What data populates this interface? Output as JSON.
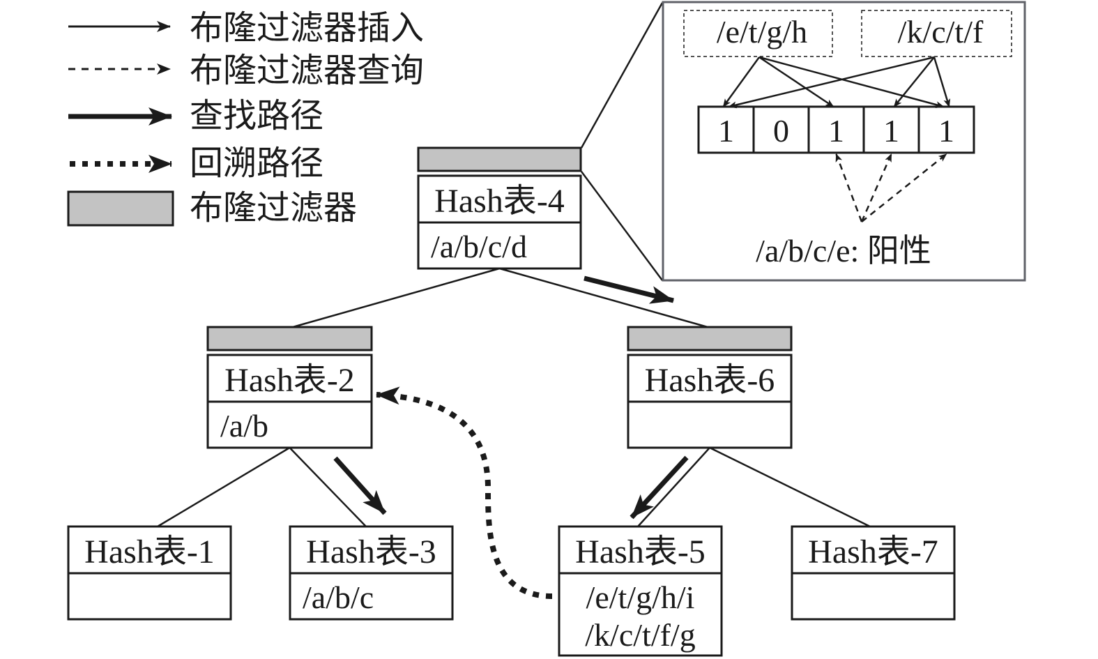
{
  "legend": {
    "items": [
      {
        "key": "insert",
        "label": "布隆过滤器插入",
        "style": "thin-solid-arrow"
      },
      {
        "key": "query",
        "label": "布隆过滤器查询",
        "style": "thin-dashed-arrow"
      },
      {
        "key": "search",
        "label": "查找路径",
        "style": "thick-solid-arrow"
      },
      {
        "key": "backtrack",
        "label": "回溯路径",
        "style": "thick-dotted-arrow"
      },
      {
        "key": "bloom",
        "label": "布隆过滤器",
        "style": "gray-box"
      }
    ]
  },
  "colors": {
    "line": "#1a1a1a",
    "bloom_fill": "#c3c3c3",
    "inset_border": "#5f6168",
    "background": "#ffffff"
  },
  "tree": {
    "nodes": [
      {
        "id": "h4",
        "title": "Hash表-4",
        "paths": [
          "/a/b/c/d"
        ],
        "has_bloom": true
      },
      {
        "id": "h2",
        "title": "Hash表-2",
        "paths": [
          "/a/b"
        ],
        "has_bloom": true
      },
      {
        "id": "h6",
        "title": "Hash表-6",
        "paths": [
          ""
        ],
        "has_bloom": true
      },
      {
        "id": "h1",
        "title": "Hash表-1",
        "paths": [
          ""
        ],
        "has_bloom": false
      },
      {
        "id": "h3",
        "title": "Hash表-3",
        "paths": [
          "/a/b/c"
        ],
        "has_bloom": false
      },
      {
        "id": "h5",
        "title": "Hash表-5",
        "paths": [
          "/e/t/g/h/i",
          "/k/c/t/f/g"
        ],
        "has_bloom": false
      },
      {
        "id": "h7",
        "title": "Hash表-7",
        "paths": [
          ""
        ],
        "has_bloom": false
      }
    ],
    "edges": [
      [
        "h4",
        "h2"
      ],
      [
        "h4",
        "h6"
      ],
      [
        "h2",
        "h1"
      ],
      [
        "h2",
        "h3"
      ],
      [
        "h6",
        "h5"
      ],
      [
        "h6",
        "h7"
      ]
    ],
    "search_path": [
      [
        "h4",
        "h6"
      ],
      [
        "h2",
        "h3"
      ],
      [
        "h6",
        "h5"
      ]
    ],
    "backtrack_path": [
      [
        "h5",
        "h2"
      ]
    ]
  },
  "inset": {
    "inserted_keys": [
      "/e/t/g/h",
      "/k/c/t/f"
    ],
    "bits": [
      1,
      0,
      1,
      1,
      1
    ],
    "insert_mapping": {
      "/e/t/g/h": [
        0,
        2,
        4
      ],
      "/k/c/t/f": [
        0,
        3,
        4
      ]
    },
    "query_key": "/a/b/c/e",
    "query_mapping": [
      2,
      3,
      4
    ],
    "query_result_label": "/a/b/c/e: 阳性"
  }
}
